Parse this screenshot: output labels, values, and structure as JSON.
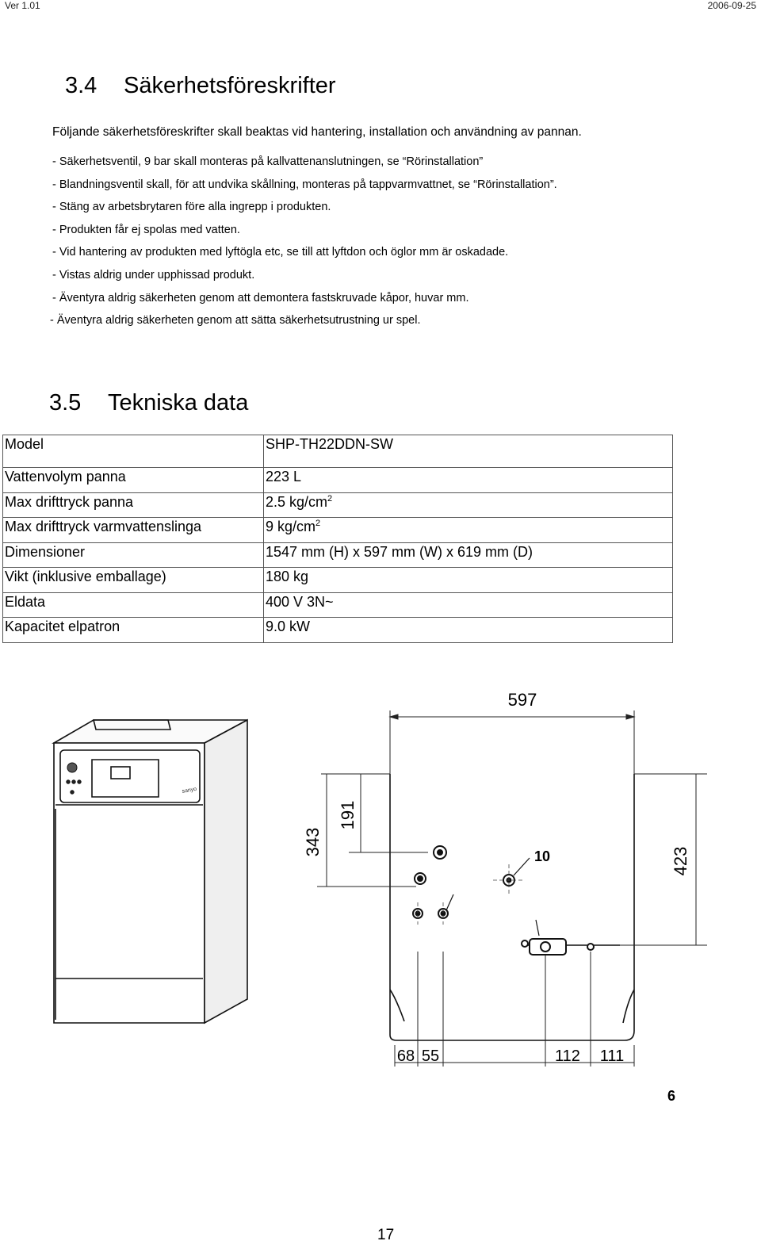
{
  "header": {
    "version": "Ver 1.01",
    "date": "2006-09-25"
  },
  "section_safety": {
    "number": "3.4",
    "title": "Säkerhetsföreskrifter",
    "intro": "Följande säkerhetsföreskrifter skall beaktas vid hantering, installation och användning av pannan.",
    "items": [
      "- Säkerhetsventil, 9 bar skall monteras på kallvattenanslutningen, se “Rörinstallation”",
      "- Blandningsventil skall, för att undvika skållning, monteras på tappvarmvattnet, se “Rörinstallation”.",
      "- Stäng av arbetsbrytaren före alla ingrepp i produkten.",
      "- Produkten får ej spolas med vatten.",
      "- Vid hantering av produkten med lyftögla etc, se till att lyftdon och öglor mm är oskadade.",
      "- Vistas aldrig under upphissad produkt.",
      "- Äventyra aldrig säkerheten genom att demontera fastskruvade kåpor, huvar mm.",
      "- Äventyra aldrig säkerheten genom att sätta säkerhetsutrustning ur spel."
    ]
  },
  "section_tech": {
    "number": "3.5",
    "title": "Tekniska data",
    "rows": [
      {
        "label": "Model",
        "value": "SHP-TH22DDN-SW",
        "sup": ""
      },
      {
        "label": "Vattenvolym panna",
        "value": "223 L",
        "sup": ""
      },
      {
        "label": "Max drifttryck panna",
        "value": "2.5 kg/cm",
        "sup": "2"
      },
      {
        "label": "Max drifttryck varmvattenslinga",
        "value": "9 kg/cm",
        "sup": "2"
      },
      {
        "label": "Dimensioner",
        "value": "1547 mm (H) x 597 mm (W) x 619 mm (D)",
        "sup": ""
      },
      {
        "label": "Vikt (inklusive emballage)",
        "value": "180 kg",
        "sup": ""
      },
      {
        "label": "Eldata",
        "value": "400 V 3N~",
        "sup": ""
      },
      {
        "label": "Kapacitet elpatron",
        "value": "9.0 kW",
        "sup": ""
      }
    ]
  },
  "drawing": {
    "dims": {
      "width": "597",
      "d191": "191",
      "d343": "343",
      "d423": "423",
      "d68": "68",
      "d55": "55",
      "d112": "112",
      "d111": "111",
      "callout": "10"
    },
    "product_brand": "sanyo"
  },
  "figure_number": "6",
  "page_number": "17"
}
